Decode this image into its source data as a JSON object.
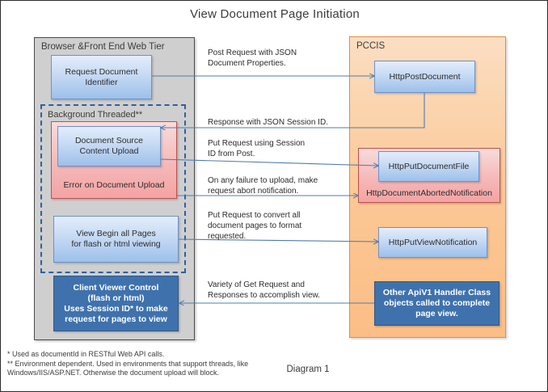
{
  "title": "View Document Page Initiation",
  "caption": "Diagram 1",
  "colors": {
    "client_panel_bg": "#cfcfcf",
    "server_panel_bg": "#fbc794",
    "node_blue": "#c6daf4",
    "node_dark_blue": "#3f72ad",
    "error_red": "#f4a3a3",
    "connector": "#4f7cad",
    "dashed_border": "#2d5fa4"
  },
  "left_panel": {
    "title": "Browser &Front End Web Tier",
    "nodes": {
      "request_document": "Request Document\nIdentifier",
      "background_group_title": "Background Threaded**",
      "document_source_upload": "Document Source\nContent Upload",
      "error_on_upload": "Error on Document Upload",
      "view_begin_all_pages": "View Begin all Pages\nfor flash or html viewing",
      "client_viewer_control": "Client Viewer Control\n(flash or html)\nUses Session ID* to make\nrequest for pages to view"
    }
  },
  "right_panel": {
    "title": "PCCIS",
    "nodes": {
      "http_post_document": "HttpPostDocument",
      "http_put_document_file": "HttpPutDocumentFile",
      "http_document_aborted_notification": "HttpDocumentAbortedNotification",
      "http_put_view_notification": "HttpPutViewNotification",
      "other_apiv1_handlers": "Other ApiV1 Handler  Class\nobjects called to complete\npage view."
    }
  },
  "connectors": [
    {
      "id": "post-request",
      "label": "Post  Request with JSON\nDocument Properties."
    },
    {
      "id": "response",
      "label": "Response  with JSON  Session ID."
    },
    {
      "id": "put-request",
      "label": "Put Request using Session\nID from Post."
    },
    {
      "id": "abort-request",
      "label": "On any failure to upload, make\nrequest abort notification."
    },
    {
      "id": "convert-pages",
      "label": "Put Request to convert all\ndocument pages to format\nrequested."
    },
    {
      "id": "get-requests",
      "label": "Variety of Get Request and\nResponses to accomplish view."
    }
  ],
  "footnotes": "* Used as documentId in RESTful Web API calls.\n** Environment dependent. Used in environments that support threads, like Windows/IIS/ASP.NET. Otherwise the document upload will block."
}
